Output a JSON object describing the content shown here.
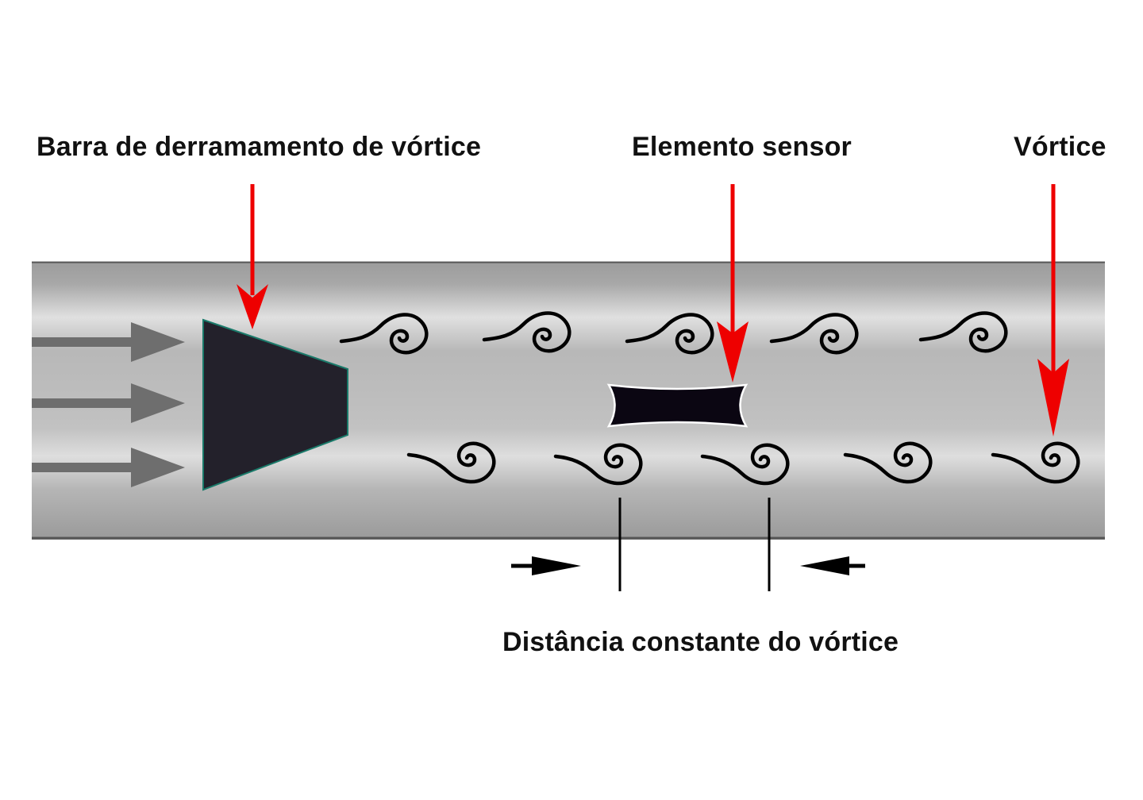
{
  "labels": {
    "shedder_bar": "Barra de derramamento de vórtice",
    "sensor_element": "Elemento sensor",
    "vortex": "Vórtice",
    "constant_distance": "Distância constante do vórtice"
  },
  "colors": {
    "pointer_arrow": "#ee0000",
    "flow_arrow": "#6e6e6e",
    "shedder_fill": "#23212b",
    "shedder_edge": "#1a7a6a",
    "sensor_fill": "#0b0612",
    "vortex_stroke": "#000000",
    "pipe_light": "#e2e2e2",
    "pipe_dark": "#a0a0a0"
  },
  "vortices": {
    "top_row_x": [
      485,
      665,
      845,
      1025,
      1215
    ],
    "bottom_row_x": [
      570,
      755,
      940,
      1120,
      1305
    ]
  }
}
